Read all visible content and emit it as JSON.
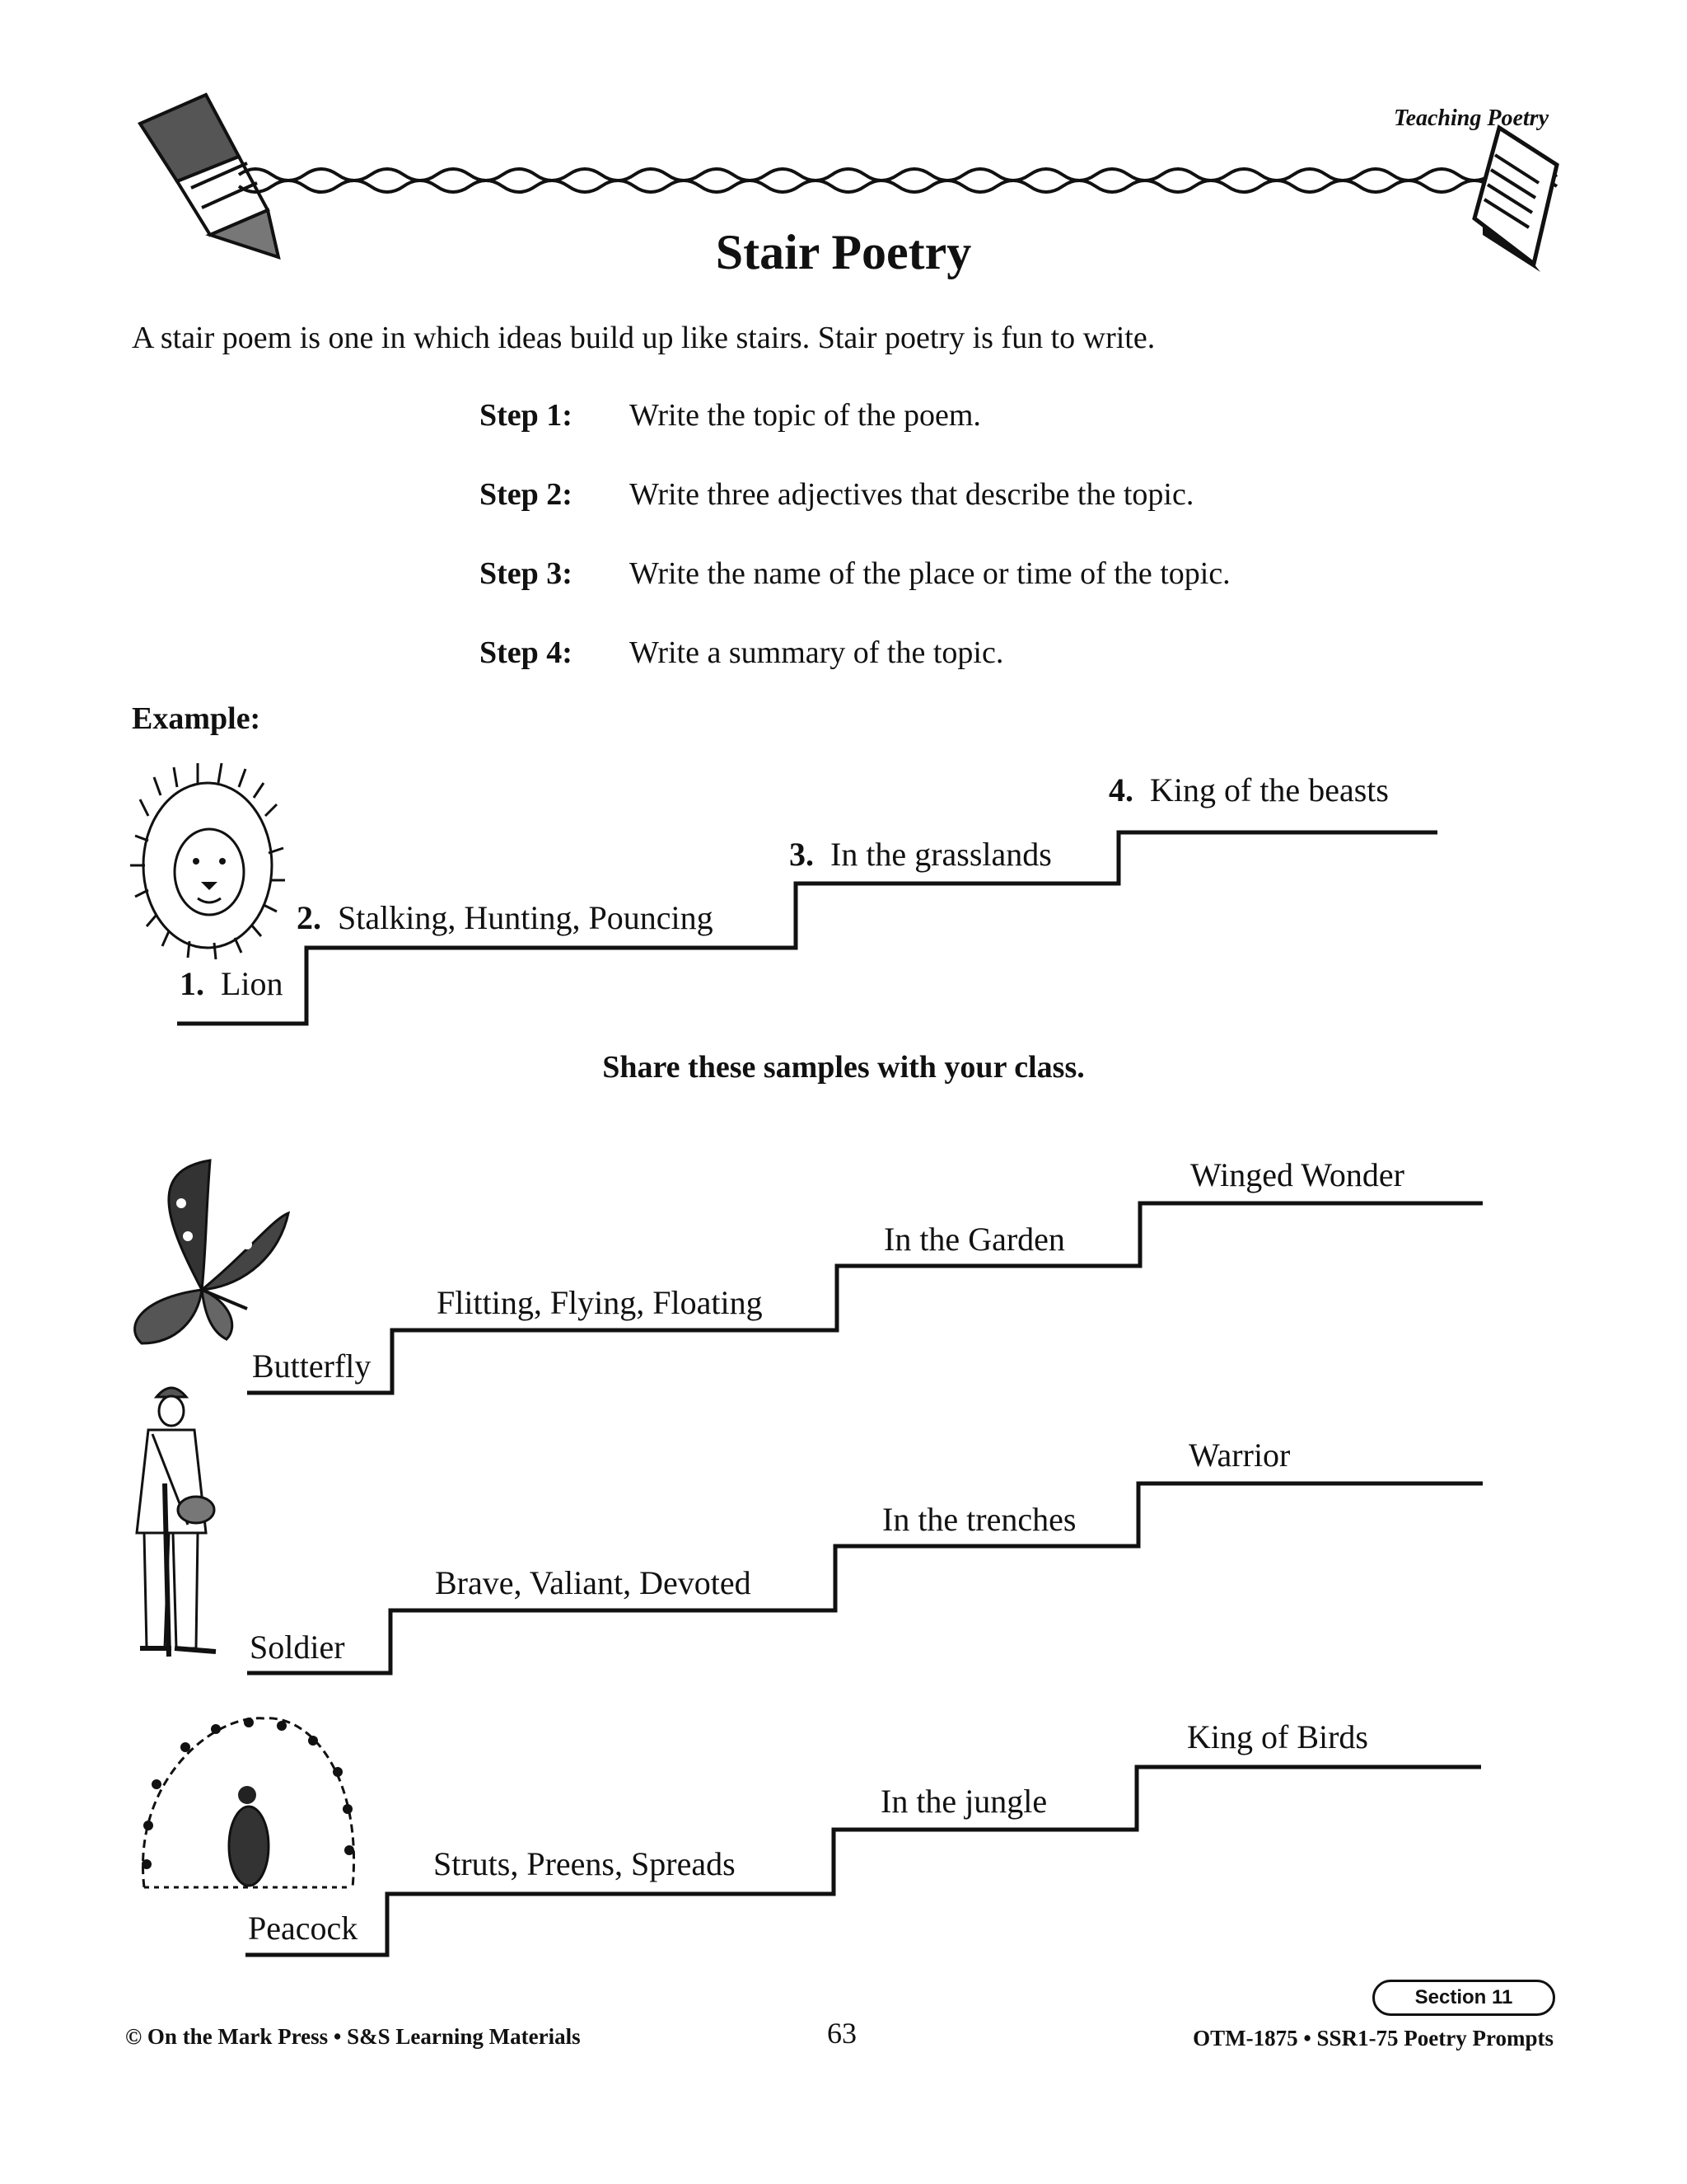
{
  "header": {
    "label": "Teaching Poetry"
  },
  "title": "Stair Poetry",
  "intro": "A stair poem is one in which ideas build up like stairs.  Stair poetry is fun to write.",
  "steps": [
    {
      "label": "Step 1:",
      "text": "Write the topic of the poem."
    },
    {
      "label": "Step 2:",
      "text": "Write three adjectives that describe the topic."
    },
    {
      "label": "Step 3:",
      "text": "Write the name of the place or time of the topic."
    },
    {
      "label": "Step 4:",
      "text": "Write a summary of the topic."
    }
  ],
  "example": {
    "label": "Example:",
    "stairs": [
      {
        "num": "1.",
        "text": "Lion"
      },
      {
        "num": "2.",
        "text": "Stalking, Hunting, Pouncing"
      },
      {
        "num": "3.",
        "text": "In the grasslands"
      },
      {
        "num": "4.",
        "text": "King of the beasts"
      }
    ]
  },
  "share_heading": "Share these samples with your class.",
  "samples": [
    {
      "icon": "butterfly-icon",
      "lines": [
        "Butterfly",
        "Flitting, Flying, Floating",
        "In the Garden",
        "Winged Wonder"
      ]
    },
    {
      "icon": "soldier-icon",
      "lines": [
        "Soldier",
        "Brave, Valiant, Devoted",
        "In the trenches",
        "Warrior"
      ]
    },
    {
      "icon": "peacock-icon",
      "lines": [
        "Peacock",
        "Struts, Preens, Spreads",
        "In the jungle",
        "King of Birds"
      ]
    }
  ],
  "footer": {
    "left": "© On the Mark Press • S&S Learning Materials",
    "page_number": "63",
    "section": "Section 11",
    "right": "OTM-1875 • SSR1-75 Poetry Prompts"
  }
}
